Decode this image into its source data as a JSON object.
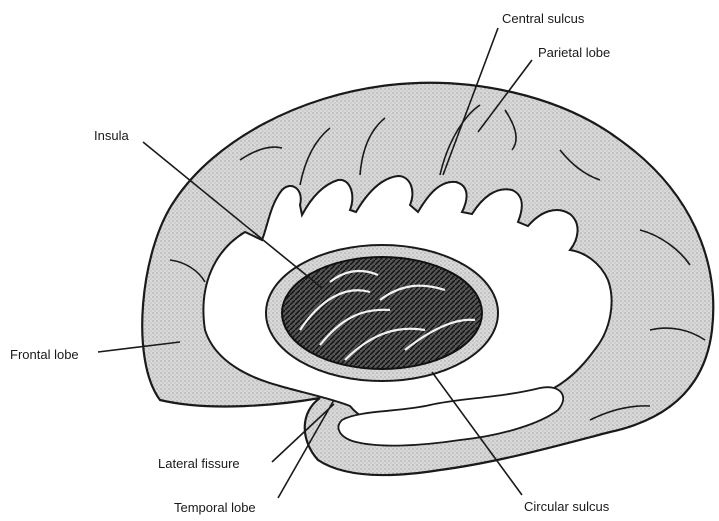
{
  "labels": {
    "central_sulcus": "Central sulcus",
    "parietal_lobe": "Parietal lobe",
    "insula": "Insula",
    "frontal_lobe": "Frontal lobe",
    "lateral_fissure": "Lateral fissure",
    "temporal_lobe": "Temporal lobe",
    "circular_sulcus": "Circular sulcus"
  },
  "colors": {
    "ink": "#1a1a1a",
    "cortex_fill": "#d6d6d6",
    "insula_fill": "#3a3a3a",
    "background": "#ffffff"
  }
}
